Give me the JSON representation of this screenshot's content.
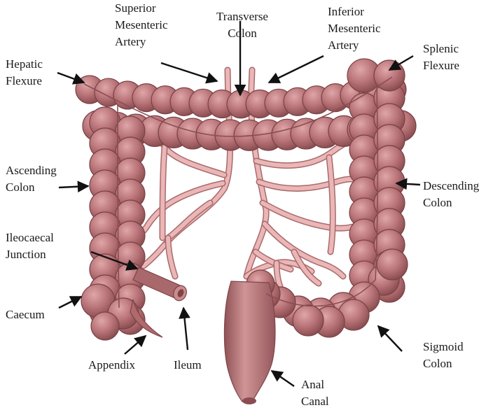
{
  "colors": {
    "tissue": "#b97478",
    "tissue_light": "#d4999b",
    "tissue_dark": "#7d4448",
    "vessel": "#eab6b6",
    "vessel_edge": "#a86a6d",
    "arrow": "#111111"
  },
  "labels": {
    "superior_mesenteric_artery": [
      "Superior",
      "Mesenteric",
      "Artery"
    ],
    "transverse_colon": [
      "Transverse",
      "Colon"
    ],
    "inferior_mesenteric_artery": [
      "Inferior",
      "Mesenteric",
      "Artery"
    ],
    "hepatic_flexure": [
      "Hepatic",
      "Flexure"
    ],
    "splenic_flexure": [
      "Splenic",
      "Flexure"
    ],
    "ascending_colon": [
      "Ascending",
      "Colon"
    ],
    "descending_colon": [
      "Descending",
      "Colon"
    ],
    "ileocaecal_junction": [
      "Ileocaecal",
      "Junction"
    ],
    "caecum": [
      "Caecum"
    ],
    "sigmoid_colon": [
      "Sigmoid",
      "Colon"
    ],
    "appendix": [
      "Appendix"
    ],
    "ileum": [
      "Ileum"
    ],
    "anal_canal": [
      "Anal",
      "Canal"
    ]
  }
}
